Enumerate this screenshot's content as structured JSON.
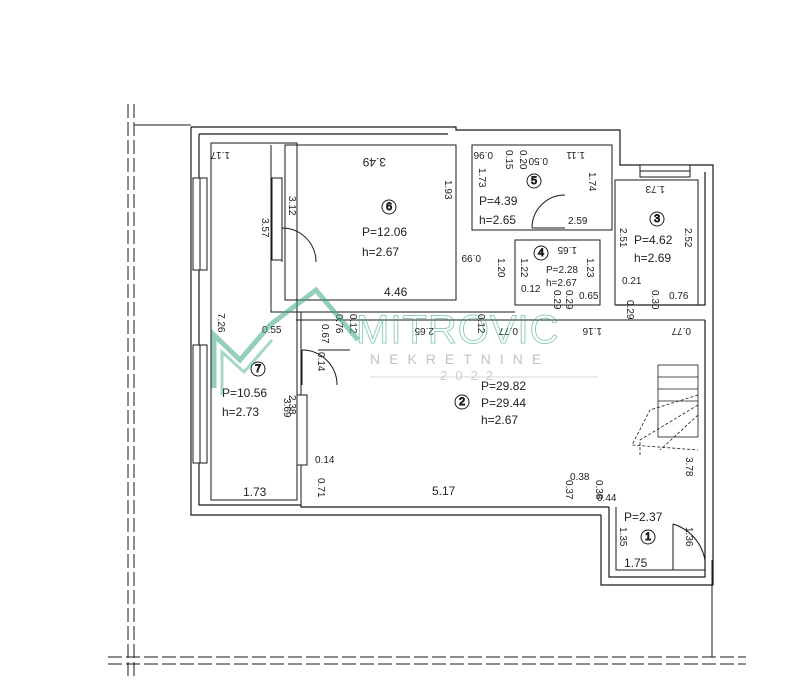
{
  "rooms": [
    {
      "id": "1",
      "lines": [
        "P=2.37"
      ]
    },
    {
      "id": "2",
      "lines": [
        "P=29.82",
        "P=29.44",
        "h=2.67"
      ]
    },
    {
      "id": "3",
      "lines": [
        "P=4.62",
        "h=2.69"
      ]
    },
    {
      "id": "4",
      "lines": [
        "P=2.28",
        "h=2.67"
      ]
    },
    {
      "id": "5",
      "lines": [
        "P=4.39",
        "h=2.65"
      ]
    },
    {
      "id": "6",
      "lines": [
        "P=12.06",
        "h=2.67"
      ]
    },
    {
      "id": "7",
      "lines": [
        "P=10.56",
        "h=2.73"
      ]
    }
  ],
  "dimensions": [
    "1.17",
    "3.49",
    "0.96",
    "0.15",
    "0.20",
    "0.50",
    "1.11",
    "1.73",
    "1.74",
    "1.73",
    "1.93",
    "3.12",
    "3.57",
    "0.99",
    "1.20",
    "1.65",
    "1.22",
    "1.23",
    "2.59",
    "2.51",
    "2.52",
    "0.12",
    "0.29",
    "0.29",
    "0.65",
    "0.21",
    "0.30",
    "0.76",
    "0.29",
    "4.46",
    "7.26",
    "0.55",
    "0.76",
    "0.12",
    "2.65",
    "0.12",
    "0.77",
    "1.16",
    "0.77",
    "0.67",
    "0.14",
    "2.38",
    "3.69",
    "0.14",
    "0.71",
    "5.17",
    "0.37",
    "0.38",
    "0.38",
    "0.44",
    "3.78",
    "1.35",
    "1.36",
    "1.75",
    "1.73"
  ],
  "watermark": {
    "name": "MITROVIC",
    "subtitle": "NEKRETNINE",
    "year": "2022"
  },
  "colors": {
    "line": "#1a1a1a",
    "watermark": "#3aa880"
  }
}
